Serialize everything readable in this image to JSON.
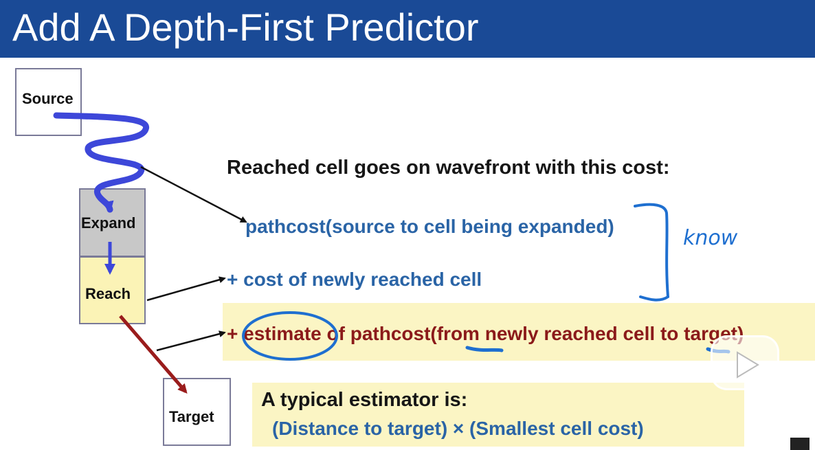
{
  "slide": {
    "title": "Add A Depth-First Predictor",
    "title_bar_color": "#1a4a96"
  },
  "diagram": {
    "source_label": "Source",
    "expand_label": "Expand",
    "reach_label": "Reach",
    "target_label": "Target"
  },
  "content": {
    "heading": "Reached cell goes on wavefront with this cost:",
    "line_pathcost": "pathcost(source to cell being expanded)",
    "line_cost": "+ cost of newly reached cell",
    "line_estimate": "+ estimate of pathcost(from newly reached cell to target)",
    "handwritten_note": "know"
  },
  "estimator": {
    "title": "A typical estimator is:",
    "formula": "(Distance to target) × (Smallest cell cost)"
  },
  "colors": {
    "blue_text": "#2a64a6",
    "red_text": "#8b1a1a",
    "highlight": "#fbf5c4",
    "annotation_ink": "#1e6fd0"
  },
  "icons": {
    "play": "play-icon",
    "corner": "corner-logo-icon"
  }
}
